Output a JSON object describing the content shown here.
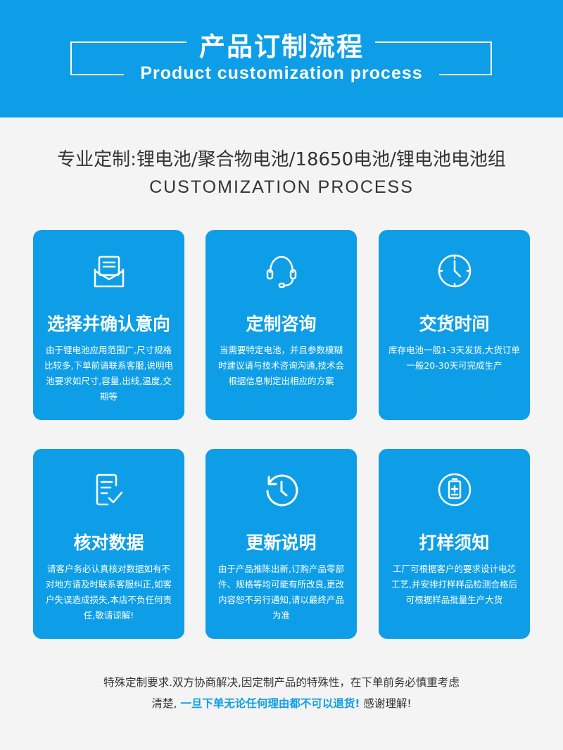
{
  "banner": {
    "title": "产品订制流程",
    "subtitle": "Product customization process"
  },
  "intro": {
    "line": "专业定制:锂电池/聚合物电池/18650电池/锂电池电池组",
    "english": "CUSTOMIZATION PROCESS"
  },
  "cards": [
    {
      "icon": "envelope-document-icon",
      "title": "选择并确认意向",
      "desc": "由于锂电池应用范围广,尺寸规格比较多,下单前请联系客服,说明电池要求如尺寸,容量,出线,温度,交期等"
    },
    {
      "icon": "headset-icon",
      "title": "定制咨询",
      "desc": "当需要特定电池，并且参数模糊时建议请与技术咨询沟通,技术会根据信息制定出相应的方案"
    },
    {
      "icon": "clock-icon",
      "title": "交货时间",
      "desc": "库存电池一般1-3天发货,大货订单一般20-30天可完成生产"
    },
    {
      "icon": "document-check-icon",
      "title": "核对数据",
      "desc": "请客户务必认真核对数据如有不对地方请及时联系客服纠正,如客户失误造成损失,本店不负任何责任,敬请谅解!"
    },
    {
      "icon": "history-icon",
      "title": "更新说明",
      "desc": "由于产品推陈出新,订购产品零部件、规格等均可能有所改良,更改内容恕不另行通知,请以最终产品为准"
    },
    {
      "icon": "battery-plus-icon",
      "title": "打样须知",
      "desc": "工厂可根据客户的要求设计电芯工艺,并安排打样样品检测合格后可根据样品批量生产大货"
    }
  ],
  "footer": {
    "line1": "特殊定制要求.双方协商解决,因定制产品的特殊性，在下单前务必慎重考虑",
    "line2_prefix": "清楚,",
    "line2_highlight": "一旦下单无论任何理由都不可以退货!",
    "line2_suffix": "感谢理解!"
  },
  "colors": {
    "accent": "#0e9ee8",
    "text": "#333333",
    "background": "#f4f4f4"
  }
}
